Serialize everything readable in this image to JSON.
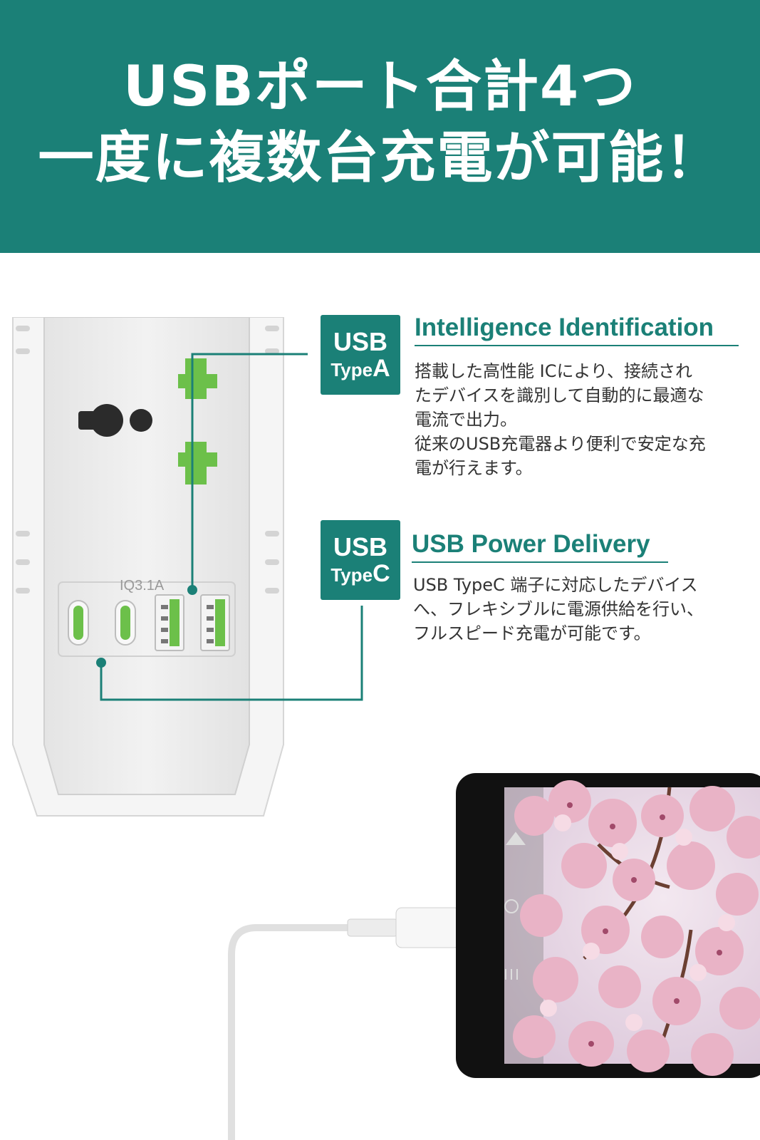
{
  "banner": {
    "line1": "USBポート合計4つ",
    "line2": "一度に複数台充電が可能！"
  },
  "strip": {
    "port_label": "IQ3.1A"
  },
  "features": [
    {
      "badge_top": "USB",
      "badge_prefix": "Type",
      "badge_letter": "A",
      "heading": "Intelligence Identification",
      "lines": [
        "搭載した高性能 ICにより、接続され",
        "たデバイスを識別して自動的に最適な",
        "電流で出力。",
        "従来のUSB充電器より便利で安定な充",
        "電が行えます。"
      ]
    },
    {
      "badge_top": "USB",
      "badge_prefix": "Type",
      "badge_letter": "C",
      "heading": "USB Power Delivery",
      "lines": [
        "USB TypeC 端子に対応したデバイス",
        "へ、フレキシブルに電源供給を行い、",
        "フルスピード充電が可能です。"
      ]
    }
  ],
  "colors": {
    "accent": "#1b8077",
    "port_green": "#6cc04a",
    "strip_body": "#eeeeee"
  }
}
